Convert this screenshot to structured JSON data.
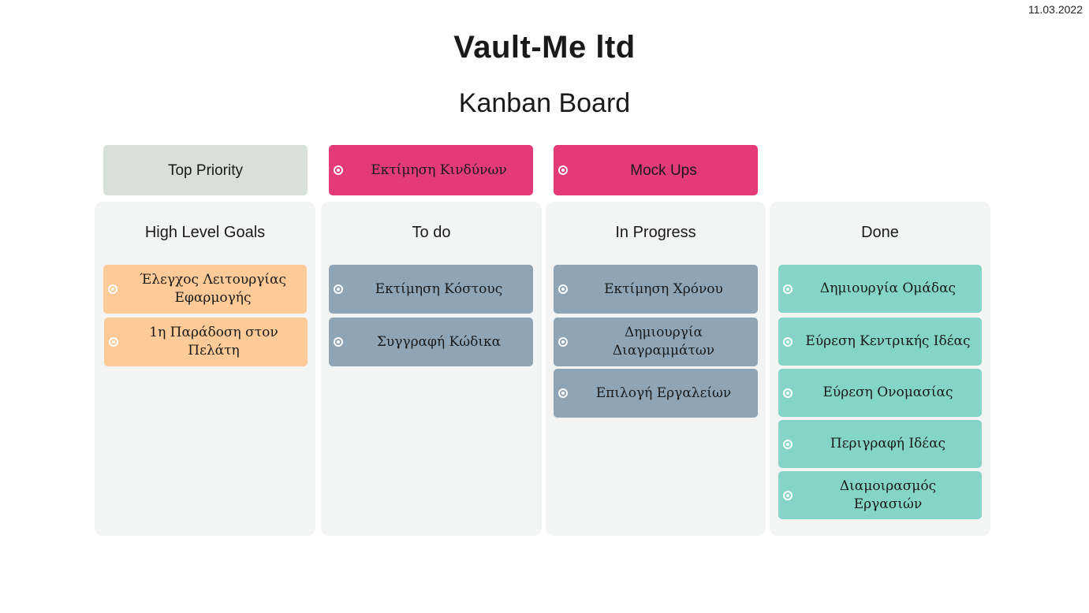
{
  "header": {
    "date": "11.03.2022",
    "title": "Vault-Me ltd",
    "subtitle": "Kanban Board"
  },
  "top_row": {
    "label": "Top Priority",
    "cards": [
      "Εκτίμηση Κινδύνων",
      "Mock Ups"
    ]
  },
  "columns": [
    {
      "title": "High Level Goals",
      "cards": [
        "Έλεγχος Λειτουργίας Εφαρμογής",
        "1η Παράδοση στον Πελάτη"
      ]
    },
    {
      "title": "To do",
      "cards": [
        "Εκτίμηση Κόστους",
        "Συγγραφή Κώδικα"
      ]
    },
    {
      "title": "In Progress",
      "cards": [
        "Εκτίμηση Χρόνου",
        "Δημιουργία Διαγραμμάτων",
        "Επιλογή Εργαλείων"
      ]
    },
    {
      "title": "Done",
      "cards": [
        "Δημιουργία Ομάδας",
        "Εύρεση Κεντρικής Ιδέας",
        "Εύρεση Ονομασίας",
        "Περιγραφή Ιδέας",
        "Διαμοιρασμός Εργασιών"
      ]
    }
  ],
  "colors": {
    "priority_label": "#d7e0d9",
    "priority_card": "#e23b77",
    "goals_card": "#fecb98",
    "todo_card": "#8fa5b5",
    "progress_card": "#8fa5b5",
    "done_card": "#84d5c7",
    "column_bg": "#f3f4f4"
  },
  "icons": {
    "card_bullet": "target-dot-icon"
  }
}
